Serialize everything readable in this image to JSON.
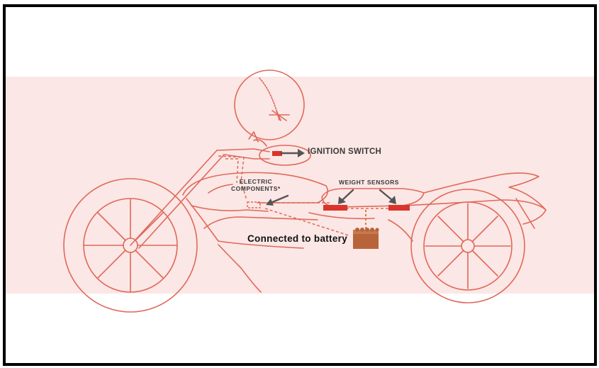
{
  "labels": {
    "ignition_switch": "IGNITION SWITCH",
    "electric_components_line1": "ELECTRIC",
    "electric_components_line2": "COMPONENTS*",
    "weight_sensors": "WEIGHT SENSORS",
    "battery": "Connected to battery"
  },
  "colors": {
    "outline": "#e0685a",
    "band": "#fbe7e5",
    "frame": "#000000",
    "arrow": "#555555",
    "sensor": "#d9352b",
    "battery": "#b8643a",
    "wiring": "#e0685a"
  },
  "icons": [
    "motorcycle-outline",
    "key-icon",
    "battery-icon"
  ]
}
